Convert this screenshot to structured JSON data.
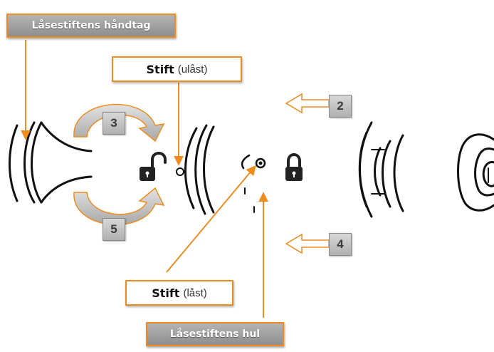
{
  "labels": {
    "handle": "Låsestiftens håndtag",
    "pin_unlocked_bold": "Stift",
    "pin_unlocked_state": "(ulåst)",
    "pin_locked_bold": "Stift",
    "pin_locked_state": "(låst)",
    "pin_hole": "Låsestiftens hul"
  },
  "steps": [
    "2",
    "3",
    "4",
    "5"
  ],
  "colors": {
    "accent": "#f08c1e",
    "label_fill": "#9a9a9a",
    "line": "#111111"
  },
  "icons": [
    "lock-open-icon",
    "lock-closed-icon"
  ]
}
